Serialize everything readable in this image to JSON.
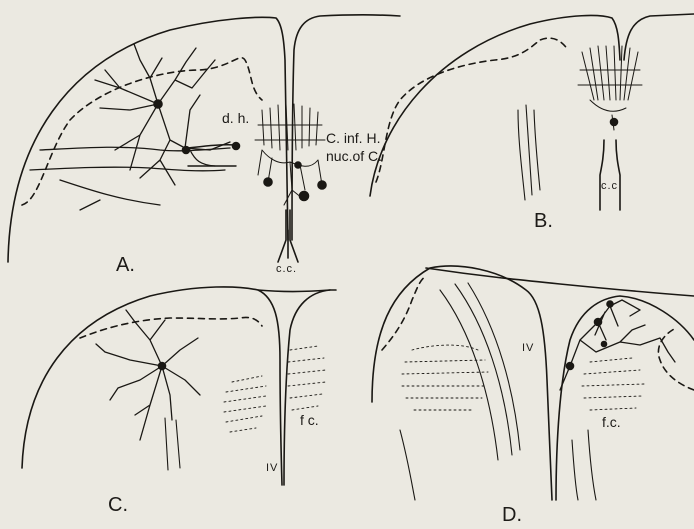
{
  "labels": {
    "panel_a": "A.",
    "panel_b": "B.",
    "panel_c": "C.",
    "panel_d": "D.",
    "dh": "d. h.",
    "cinfh": "C. inf. H.",
    "nucofc": "nuc.of C.",
    "cc_a": "c.c.",
    "cc_b": "c.c",
    "iv_c": "IV",
    "iv_d": "IV",
    "fc_c": "f c.",
    "fc_d": "f.c."
  }
}
